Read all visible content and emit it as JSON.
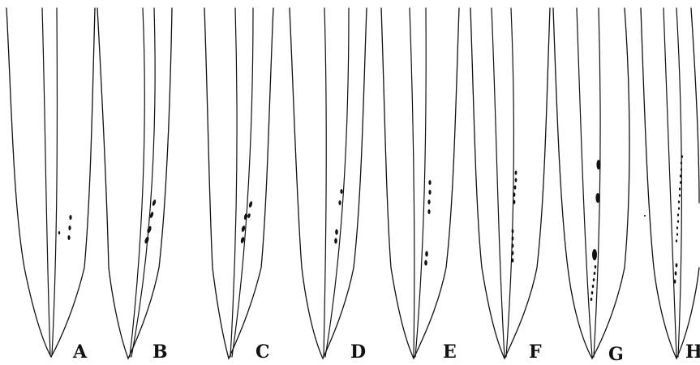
{
  "figure": {
    "panels": [
      {
        "label": "A"
      },
      {
        "label": "B"
      },
      {
        "label": "C"
      },
      {
        "label": "D"
      },
      {
        "label": "E"
      },
      {
        "label": "F"
      },
      {
        "label": "G"
      },
      {
        "label": "H"
      }
    ]
  },
  "colors": {
    "ink": "#111111",
    "background": "#ffffff"
  }
}
